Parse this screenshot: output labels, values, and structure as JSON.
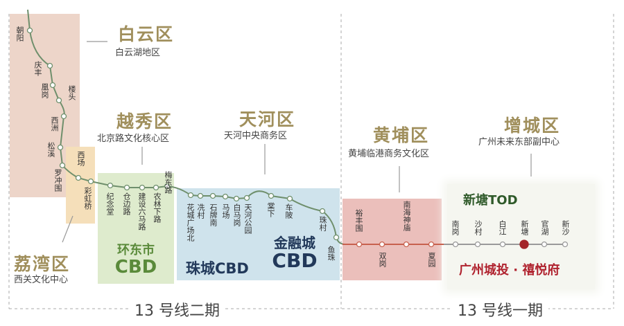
{
  "districts": {
    "baiyun": {
      "name": "白云区",
      "sub": "白云湖地区"
    },
    "yuexiu": {
      "name": "越秀区",
      "sub": "北京路文化核心区"
    },
    "tianhe": {
      "name": "天河区",
      "sub": "天河中央商务区"
    },
    "liwan": {
      "name": "荔湾区",
      "sub": "西关文化中心"
    },
    "huangpu": {
      "name": "黄埔区",
      "sub": "黄埔临港商务文化区"
    },
    "zengcheng": {
      "name": "增城区",
      "sub": "广州未来东部副中心"
    }
  },
  "zones": {
    "huandong": {
      "line1": "环东市",
      "line2": "CBD"
    },
    "zhucheng": {
      "label": "珠城CBD"
    },
    "jinrong": {
      "line1": "金融城",
      "line2": "CBD"
    },
    "xintang": {
      "label": "新塘TOD"
    },
    "project": {
      "label": "广州城投 · 禧悦府"
    }
  },
  "phases": {
    "phase2": "13 号线二期",
    "phase1": "13 号线一期"
  },
  "stations": [
    "朝阳",
    "庆丰",
    "凰岗",
    "楼头",
    "西洲",
    "松溪",
    "罗冲围",
    "西场",
    "彩虹桥",
    "纪念堂",
    "仓边路",
    "建设六马路",
    "农林下路",
    "梅东路",
    "花城广场北",
    "冼村",
    "石牌南",
    "马场",
    "白马岗",
    "天河公园",
    "棠下",
    "车陂",
    "珠村",
    "鱼珠",
    "裕丰围",
    "双岗",
    "南海神庙",
    "夏园",
    "南岗",
    "沙村",
    "白江",
    "新塘",
    "官湖",
    "新沙"
  ],
  "highlight_station": "新塘",
  "colors": {
    "line_phase2": "#6f8f6c",
    "line_huangpu": "#c8614e",
    "line_phase1": "#9a9a9a",
    "highlight": "#a3262a",
    "district": "#a08f5c"
  }
}
